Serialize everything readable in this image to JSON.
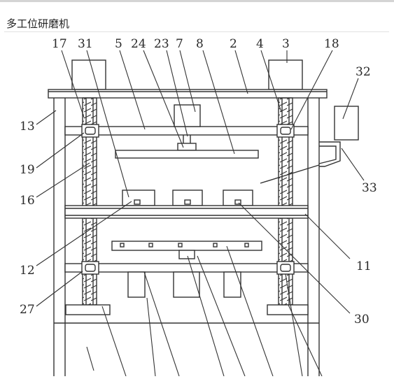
{
  "page": {
    "title": "多工位研磨机"
  },
  "diagram": {
    "labels": {
      "l17": "17",
      "l31": "31",
      "l5": "5",
      "l24": "24",
      "l23": "23",
      "l7": "7",
      "l8": "8",
      "l2": "2",
      "l4": "4",
      "l3": "3",
      "l18": "18",
      "l32": "32",
      "l13": "13",
      "l19": "19",
      "l16": "16",
      "l33": "33",
      "l12": "12",
      "l11": "11",
      "l27": "27",
      "l30": "30"
    }
  }
}
